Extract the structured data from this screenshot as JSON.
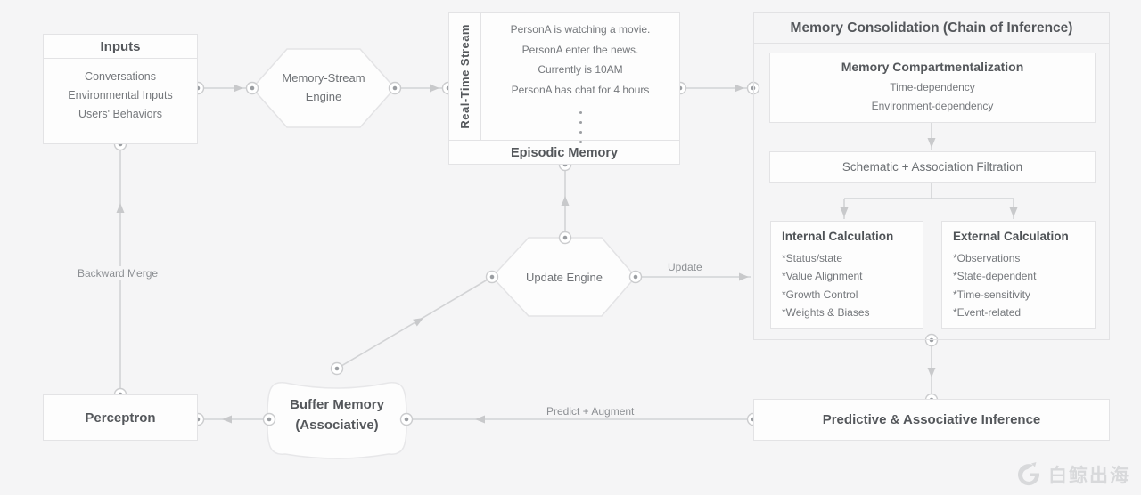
{
  "colors": {
    "background": "#f5f5f6",
    "box_bg": "#fdfdfd",
    "box_border": "#e3e3e5",
    "line": "#d2d3d5",
    "arrow": "#c8c9cb",
    "heading_text": "#54575b",
    "body_text": "#75787c",
    "edge_label_text": "#8c8f93",
    "connector_dot": "#9b9ea2",
    "watermark": "#d8d9db"
  },
  "nodes": {
    "inputs": {
      "title": "Inputs",
      "items": [
        "Conversations",
        "Environmental Inputs",
        "Users' Behaviors"
      ]
    },
    "memory_stream_engine": {
      "label_line1": "Memory-Stream",
      "label_line2": "Engine"
    },
    "episodic_memory": {
      "side_label": "Real-Time Stream",
      "title": "Episodic Memory",
      "events": [
        "PersonA is watching a movie.",
        "PersonA enter the news.",
        "Currently is 10AM",
        "PersonA has chat for 4 hours"
      ]
    },
    "memory_consolidation": {
      "title": "Memory Consolidation (Chain of Inference)",
      "compartmentalization": {
        "title": "Memory Compartmentalization",
        "items": [
          "Time-dependency",
          "Environment-dependency"
        ]
      },
      "filtration": {
        "label": "Schematic + Association Filtration"
      },
      "internal_calc": {
        "title": "Internal Calculation",
        "items": [
          "*Status/state",
          "*Value Alignment",
          "*Growth Control",
          "*Weights & Biases"
        ]
      },
      "external_calc": {
        "title": "External Calculation",
        "items": [
          "*Observations",
          "*State-dependent",
          "*Time-sensitivity",
          "*Event-related"
        ]
      }
    },
    "update_engine": {
      "label": "Update Engine"
    },
    "perceptron": {
      "title": "Perceptron"
    },
    "buffer_memory": {
      "label_line1": "Buffer Memory",
      "label_line2": "(Associative)"
    },
    "predictive_inference": {
      "title": "Predictive & Associative Inference"
    }
  },
  "edges": {
    "backward_merge": "Backward Merge",
    "update": "Update",
    "predict_augment": "Predict + Augment"
  },
  "watermark": {
    "text": "白鲸出海"
  }
}
